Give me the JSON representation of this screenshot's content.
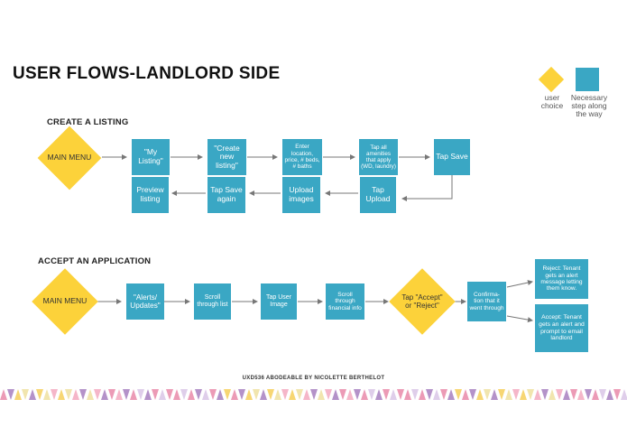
{
  "title": "USER FLOWS-LANDLORD SIDE",
  "legend": {
    "choice": "user choice",
    "step": "Necessary step along the way"
  },
  "sections": {
    "create": "CREATE A LISTING",
    "accept": "ACCEPT AN APPLICATION"
  },
  "create_flow": {
    "menu": "MAIN MENU",
    "my_listing": "\"My Listing\"",
    "create_new": "\"Create new listing\"",
    "enter": "Enter location, price, # beds, # baths",
    "amenities": "Tap all amenities that apply (WD, laundry)",
    "tap_save": "Tap Save",
    "tap_upload": "Tap Upload",
    "upload_images": "Upload images",
    "tap_save_again": "Tap Save again",
    "preview": "Preview listing"
  },
  "accept_flow": {
    "menu": "MAIN MENU",
    "alerts": "\"Alerts/ Updates\"",
    "scroll_list": "Scroll through list",
    "tap_user": "Tap User Image",
    "scroll_financial": "Scroll through financial info",
    "decision": "Tap \"Accept\" or \"Reject\"",
    "confirmation": "Confirma-tion that it went through",
    "reject": "Reject: Tenant gets an alert message letting them know.",
    "accept": "Accept: Tenant gets an alert and prompt to email landlord"
  },
  "colors": {
    "step": "#3aa7c4",
    "choice": "#fcd23a",
    "border_pink": "#e98aa9",
    "border_purple": "#a77fbf",
    "border_yellow": "#f6cf5a"
  },
  "footer": "UXD536 ABODEABLE BY NICOLETTE BERTHELOT"
}
